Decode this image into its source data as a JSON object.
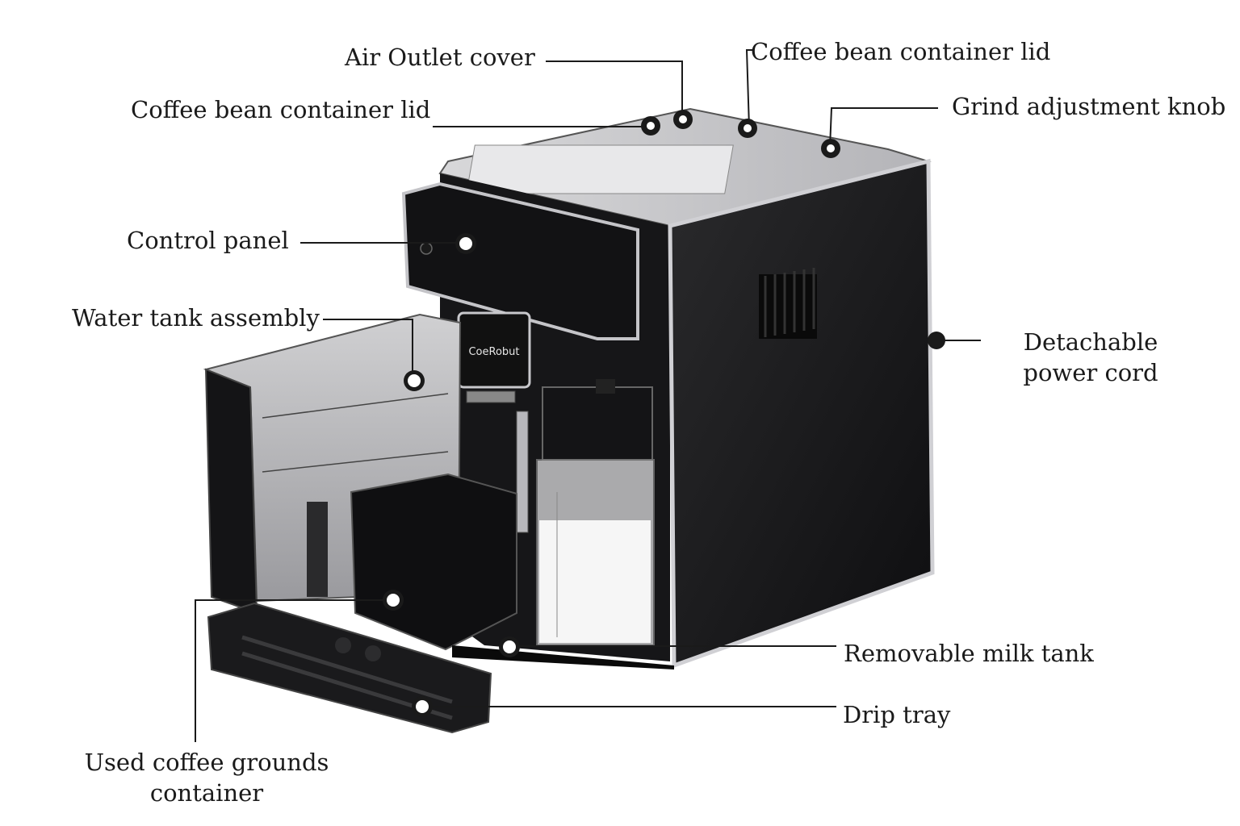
{
  "brand_logo": "CoeRobut",
  "callouts": [
    {
      "id": "air-outlet-cover",
      "text": "Air Outlet cover"
    },
    {
      "id": "coffee-bean-lid-top",
      "text": "Coffee bean container lid"
    },
    {
      "id": "coffee-bean-lid-left",
      "text": "Coffee bean container lid"
    },
    {
      "id": "grind-knob",
      "text": "Grind adjustment knob"
    },
    {
      "id": "control-panel",
      "text": "Control panel"
    },
    {
      "id": "water-tank",
      "text": "Water tank assembly"
    },
    {
      "id": "power-cord",
      "text": "Detachable power cord"
    },
    {
      "id": "milk-tank",
      "text": "Removable milk tank"
    },
    {
      "id": "drip-tray",
      "text": "Drip tray"
    },
    {
      "id": "grounds-container",
      "text": "Used coffee grounds container"
    }
  ],
  "colors": {
    "background": "#ffffff",
    "body": "#1c1c1e",
    "chrome": "#c8c8cc",
    "text": "#1a1a1a"
  }
}
